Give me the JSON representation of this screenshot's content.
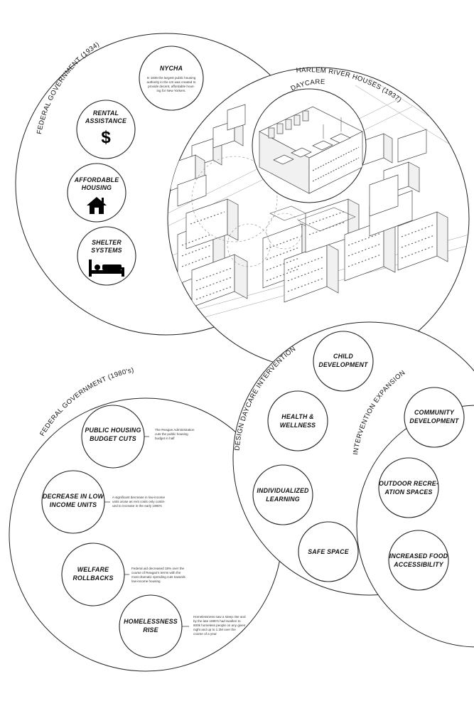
{
  "sections": {
    "federal_1934": "FEDERAL GOVERNMENT (1934)",
    "harlem": "HARLEM RIVER HOUSES (1937)",
    "daycare": "DAYCARE",
    "daycare_intervention": "DESIGN DAYCARE INTERVENTION",
    "federal_1980s": "FEDERAL GOVERNMENT (1980's)",
    "intervention_expansion": "INTERVENTION EXPANSION"
  },
  "nycha": {
    "title": "NYCHA",
    "note": [
      "In 1935 the largest public housing",
      "authority in the US was created to",
      "provide decent, affordable hous-",
      "ing for New Yorkers."
    ]
  },
  "bubbles_1934": [
    {
      "label": [
        "RENTAL",
        "ASSISTANCE"
      ],
      "icon": "dollar-icon"
    },
    {
      "label": [
        "AFFORDABLE",
        "HOUSING"
      ],
      "icon": "house-icon"
    },
    {
      "label": [
        "SHELTER",
        "SYSTEMS"
      ],
      "icon": "bed-icon"
    }
  ],
  "bubbles_1980s": [
    {
      "label": [
        "PUBLIC HOUSING",
        "BUDGET CUTS"
      ],
      "note": [
        "The Reagan Administration",
        "cuts the public housing",
        "budget in half"
      ]
    },
    {
      "label": [
        "DECREASE IN LOW",
        "INCOME UNITS"
      ],
      "note": [
        "A significant decrease in low-income",
        "units arose as rent costs only contin-",
        "ued to increase in the early 1980's"
      ]
    },
    {
      "label": [
        "WELFARE",
        "ROLLBACKS"
      ],
      "note": [
        "Federal aid decreased 18% over the",
        "course of Reagan's terms with the",
        "most dramatic spending cuts towards",
        "low-income housing"
      ]
    },
    {
      "label": [
        "HOMELESSNESS",
        "RISE"
      ],
      "note": [
        "Homelessness saw a steep rise and",
        "by the late 1980's had swollen to",
        "600k homeless people on any given",
        "night and up to 1.2M over the",
        "course of a year"
      ]
    }
  ],
  "bubbles_daycare": [
    {
      "label": [
        "CHILD",
        "DEVELOPMENT"
      ]
    },
    {
      "label": [
        "HEALTH &",
        "WELLNESS"
      ]
    },
    {
      "label": [
        "INDIVIDUALIZED",
        "LEARNING"
      ]
    },
    {
      "label": [
        "SAFE SPACE"
      ]
    }
  ],
  "bubbles_expansion": [
    {
      "label": [
        "COMMUNITY",
        "DEVELOPMENT"
      ]
    },
    {
      "label": [
        "OUTDOOR RECRE-",
        "ATION SPACES"
      ]
    },
    {
      "label": [
        "INCREASED FOOD",
        "ACCESSIBILITY"
      ]
    }
  ]
}
